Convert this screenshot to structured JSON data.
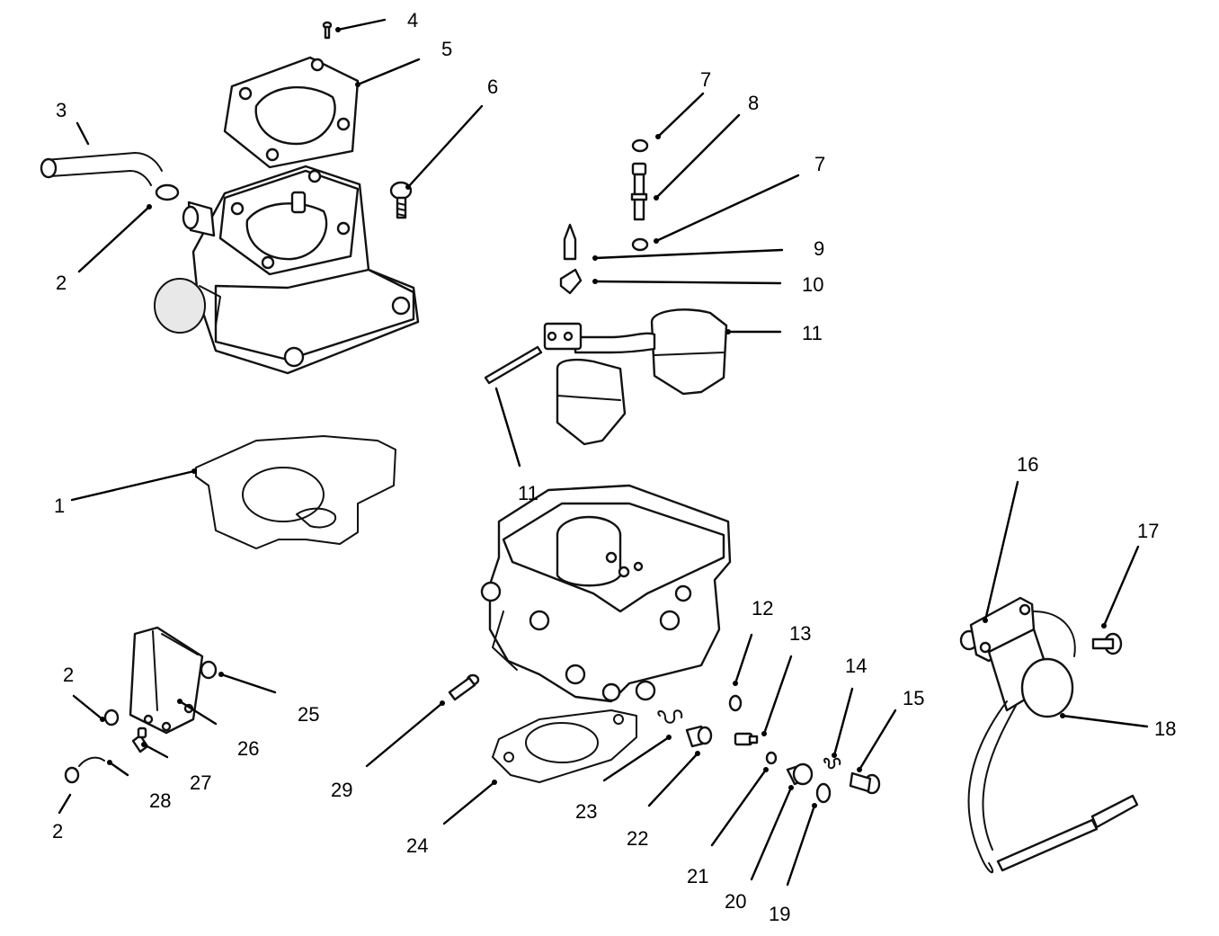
{
  "diagram": {
    "background": "#ffffff",
    "line_color": "#000000",
    "callouts": [
      "4",
      "5",
      "3",
      "6",
      "7",
      "8",
      "7",
      "9",
      "10",
      "11",
      "2",
      "1",
      "11",
      "16",
      "17",
      "12",
      "13",
      "14",
      "15",
      "18",
      "2",
      "25",
      "26",
      "27",
      "28",
      "29",
      "2",
      "23",
      "22",
      "24",
      "21",
      "20",
      "19"
    ]
  }
}
